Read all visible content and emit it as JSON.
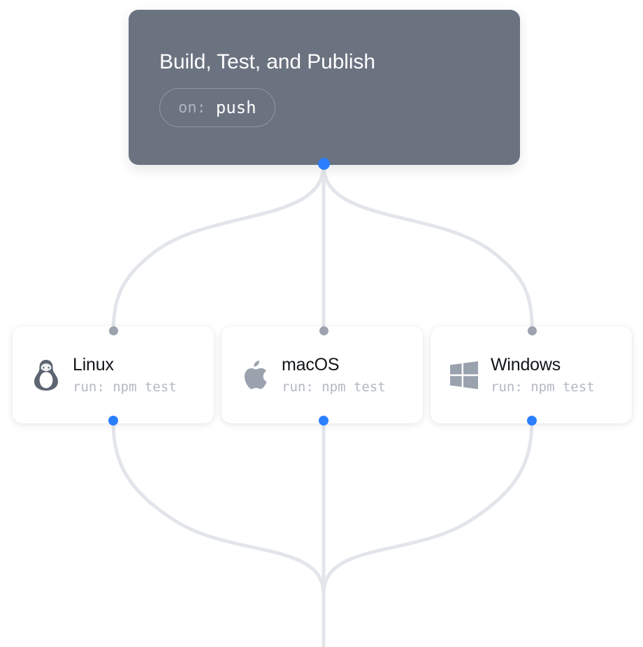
{
  "diagram": {
    "type": "workflow-graph",
    "background_color": "#ffffff",
    "edge_color": "#e2e5ea",
    "accent_color": "#2b7fff",
    "handle_color": "#9ca3af"
  },
  "trigger": {
    "title": "Build, Test, and Publish",
    "event_key": "on:",
    "event_value": "push",
    "color": "#6b7280"
  },
  "jobs": [
    {
      "name": "Linux",
      "run": "run: npm test",
      "icon": "linux-penguin-icon",
      "icon_color": "#5d6472"
    },
    {
      "name": "macOS",
      "run": "run: npm test",
      "icon": "apple-icon",
      "icon_color": "#9aa2ae"
    },
    {
      "name": "Windows",
      "run": "run: npm test",
      "icon": "windows-icon",
      "icon_color": "#9aa2ae"
    }
  ]
}
